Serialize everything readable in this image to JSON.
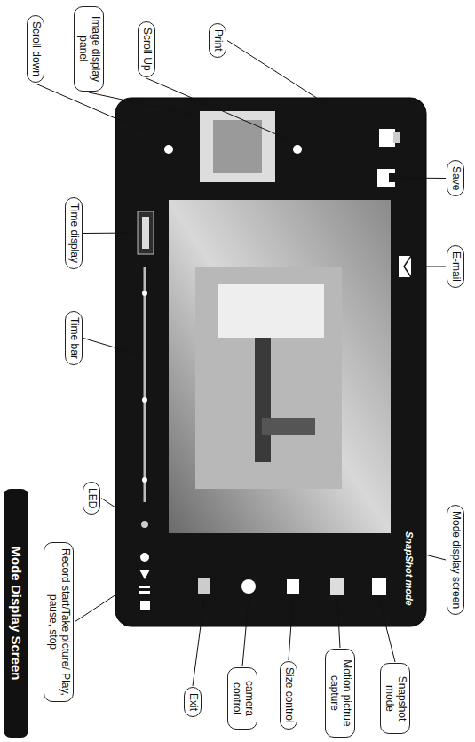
{
  "diagram": {
    "title": "Mode Display Screen",
    "nodes": [
      {
        "text": [
          "Scroll down"
        ]
      },
      {
        "text": [
          "Image display panel"
        ]
      },
      {
        "text": [
          "Scroll Up"
        ]
      },
      {
        "text": [
          "Print"
        ]
      },
      {
        "text": [
          "Save"
        ]
      },
      {
        "text": [
          "E-mail"
        ]
      },
      {
        "text": [
          "Time display"
        ]
      },
      {
        "text": [
          "Mode display screen"
        ]
      },
      {
        "text": [
          "Time bar"
        ]
      },
      {
        "text": [
          "LED"
        ]
      },
      {
        "text": [
          "Record start/Take picture/ Play, pause, stop"
        ]
      },
      {
        "text": [
          "Snapshot mode"
        ]
      },
      {
        "text": [
          "Motion pictrue capture"
        ]
      },
      {
        "text": [
          "Size control"
        ]
      },
      {
        "text": [
          "camera control"
        ]
      },
      {
        "text": [
          "Exit"
        ]
      }
    ],
    "labels": [
      "SnapShot mode"
    ]
  }
}
